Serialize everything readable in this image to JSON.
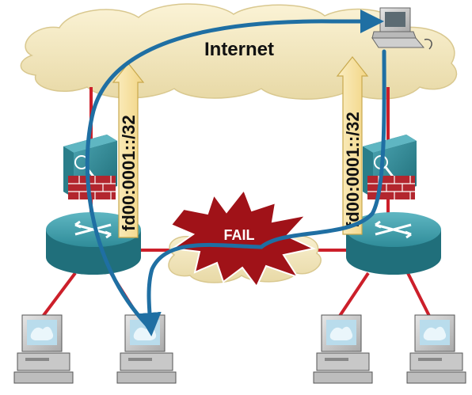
{
  "diagram": {
    "internet_label": "Internet",
    "fail_label": "FAIL",
    "left_prefix_label": "fd00:0001::/32",
    "right_prefix_label": "fd00:0001::/32",
    "nodes": [
      {
        "id": "internet-cloud",
        "type": "cloud",
        "label": "Internet"
      },
      {
        "id": "internet-host",
        "type": "pc-icon"
      },
      {
        "id": "left-firewall",
        "type": "firewall-router-icon"
      },
      {
        "id": "right-firewall",
        "type": "firewall-router-icon"
      },
      {
        "id": "left-router",
        "type": "router-icon"
      },
      {
        "id": "right-router",
        "type": "router-icon"
      },
      {
        "id": "internal-cloud",
        "type": "cloud"
      },
      {
        "id": "fail-burst",
        "type": "starburst",
        "label": "FAIL"
      },
      {
        "id": "left-pc-1",
        "type": "pc-icon"
      },
      {
        "id": "left-pc-2",
        "type": "pc-icon"
      },
      {
        "id": "right-pc-1",
        "type": "pc-icon"
      },
      {
        "id": "right-pc-2",
        "type": "pc-icon"
      }
    ],
    "colors": {
      "link": "#cc1f2a",
      "flow_arrow": "#1f6fa3",
      "cloud": "#f2e6bf",
      "router": "#2f8c99",
      "firewall_brick": "#b3262e",
      "fail_burst": "#a01218",
      "prefix_arrow": "#f6df9c"
    }
  }
}
